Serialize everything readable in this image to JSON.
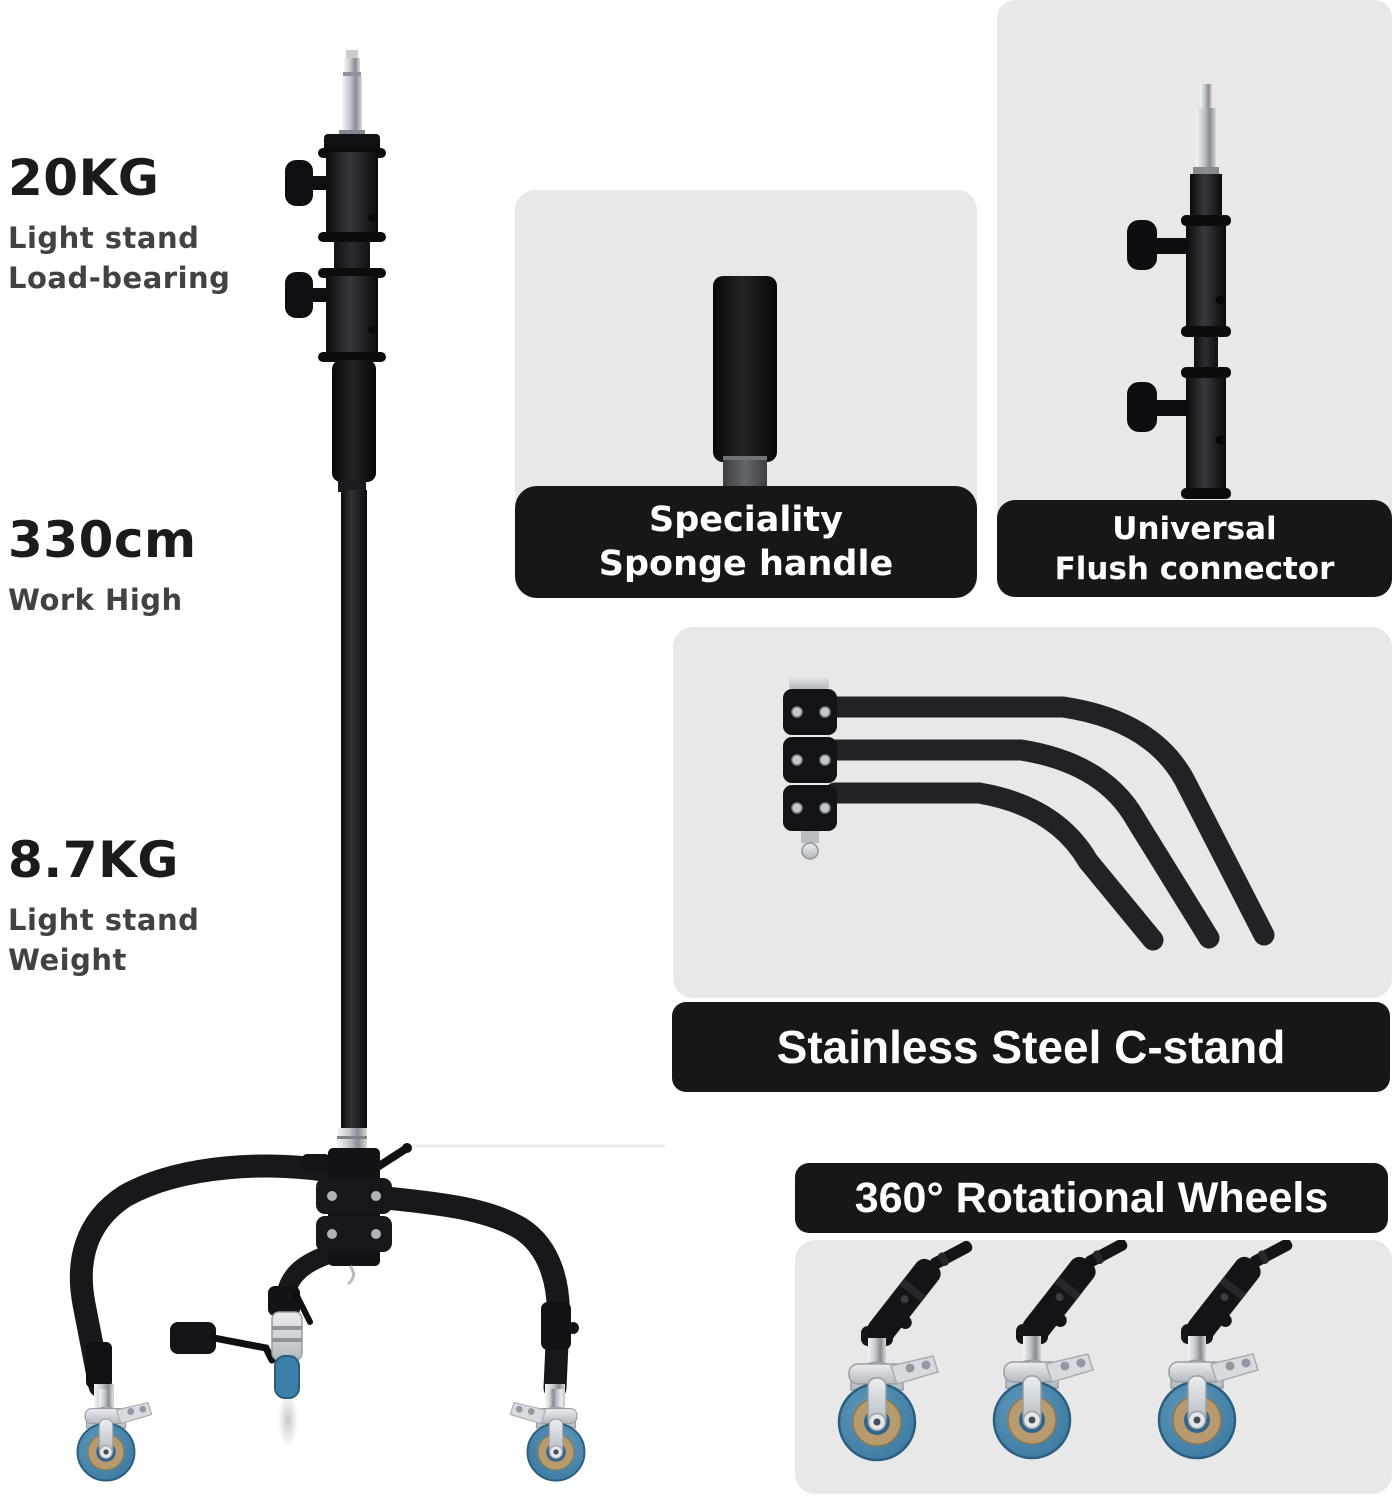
{
  "specs": [
    {
      "value": "20KG",
      "lines": [
        "Light stand",
        "Load-bearing"
      ]
    },
    {
      "value": "330cm",
      "lines": [
        "Work High"
      ]
    },
    {
      "value": "8.7KG",
      "lines": [
        "Light stand",
        "Weight"
      ]
    }
  ],
  "features": {
    "sponge": {
      "line1": "Speciality",
      "line2": "Sponge handle"
    },
    "flush": {
      "line1": "Universal",
      "line2": "Flush connector"
    },
    "cstand": {
      "title": "Stainless Steel C-stand"
    },
    "wheels": {
      "title": "360° Rotational Wheels"
    }
  },
  "colors": {
    "background": "#ffffff",
    "panel_gray": "#e8e8e8",
    "label_black": "#171717",
    "label_text": "#ffffff",
    "text_dark": "#1b1b1d",
    "text_gray": "#424245",
    "wheel_blue": "#3c7fa9",
    "wheel_hub_tan": "#b79b6e",
    "metal_silver": "#ced1d6",
    "stand_black": "#141418"
  }
}
